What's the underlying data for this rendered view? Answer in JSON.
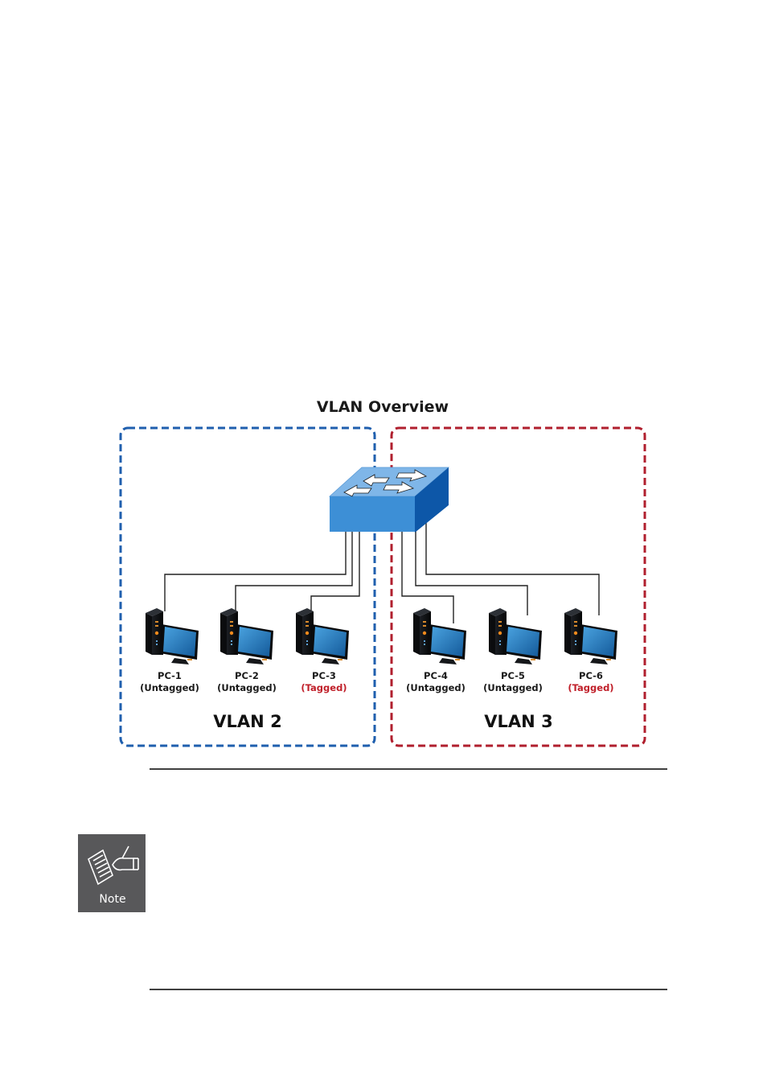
{
  "diagram": {
    "title": "VLAN Overview",
    "colors": {
      "vlan_2": "#1f5fae",
      "vlan_3": "#b01f2e",
      "tagged_text": "#c0202a",
      "untagged_text": "#1a1a1a",
      "switch_front": "#3d8fd6",
      "switch_top": "#7fb6e8",
      "switch_side": "#0d57a8",
      "wire": "#222222"
    },
    "vlans": [
      {
        "name": "VLAN 2",
        "members": [
          "PC-1",
          "PC-2",
          "PC-3"
        ]
      },
      {
        "name": "VLAN 3",
        "members": [
          "PC-4",
          "PC-5",
          "PC-6"
        ]
      }
    ],
    "switch": {
      "icon": "network-switch-icon"
    },
    "pcs": [
      {
        "name": "PC-1",
        "mode": "(Untagged)",
        "tagged": false,
        "vlan": "VLAN 2"
      },
      {
        "name": "PC-2",
        "mode": "(Untagged)",
        "tagged": false,
        "vlan": "VLAN 2"
      },
      {
        "name": "PC-3",
        "mode": "(Tagged)",
        "tagged": true,
        "vlan": "VLAN 2"
      },
      {
        "name": "PC-4",
        "mode": "(Untagged)",
        "tagged": false,
        "vlan": "VLAN 3"
      },
      {
        "name": "PC-5",
        "mode": "(Untagged)",
        "tagged": false,
        "vlan": "VLAN 3"
      },
      {
        "name": "PC-6",
        "mode": "(Tagged)",
        "tagged": true,
        "vlan": "VLAN 3"
      }
    ]
  },
  "note": {
    "icon": "note-pencil-icon",
    "label": "Note",
    "background": "#58585a",
    "text": ""
  }
}
